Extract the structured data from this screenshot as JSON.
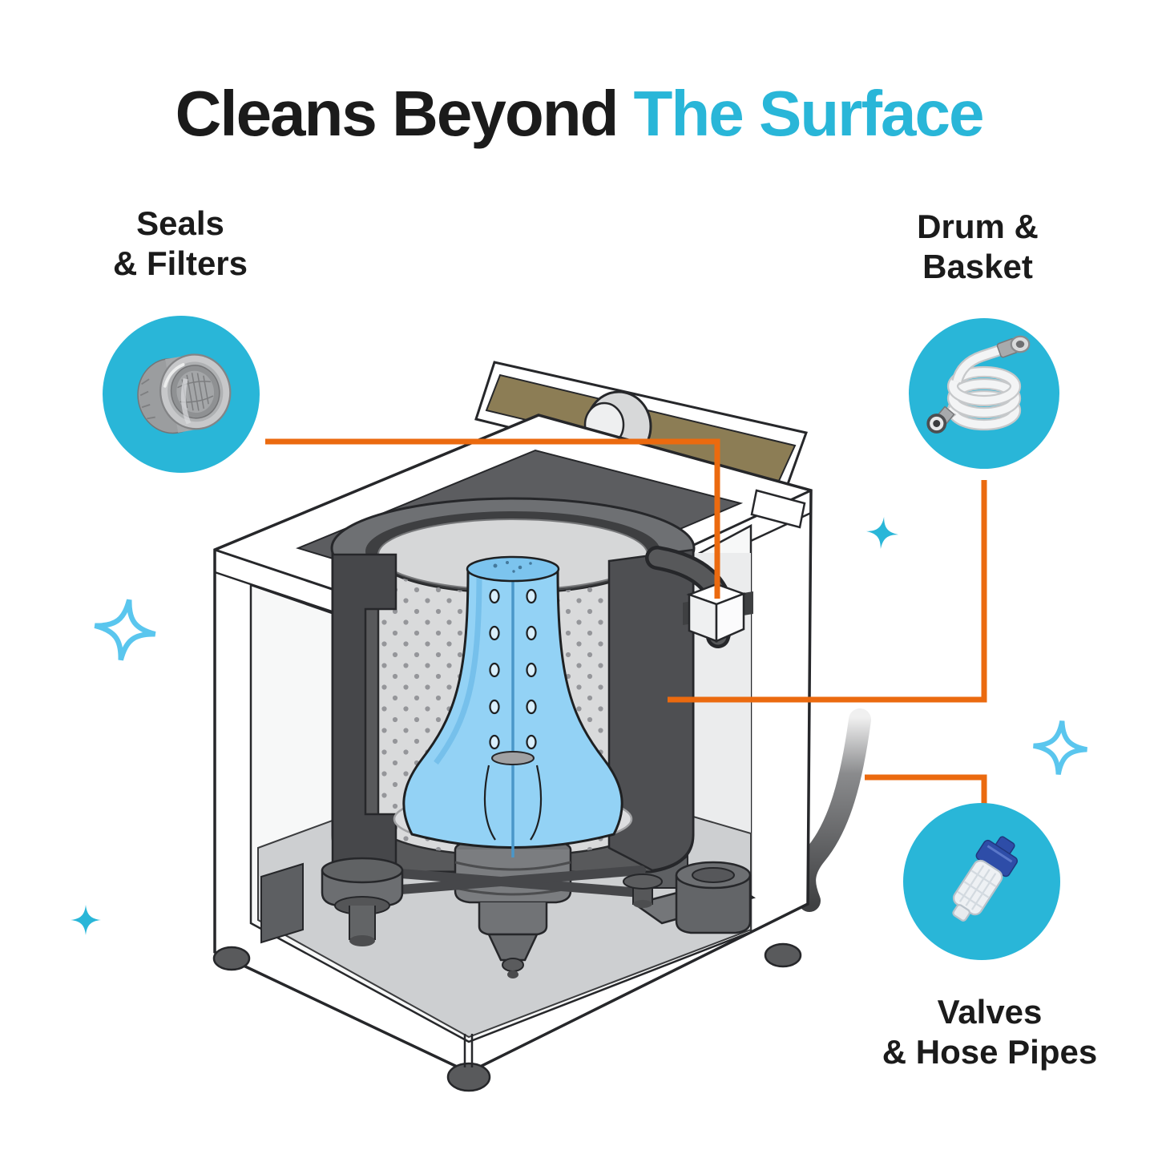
{
  "title": {
    "text_black": "Cleans Beyond",
    "text_accent": "The Surface"
  },
  "callouts": {
    "seals": {
      "line1": "Seals",
      "line2": "& Filters"
    },
    "drum": {
      "line1": "Drum &",
      "line2": "Basket"
    },
    "valves": {
      "line1": "Valves",
      "line2": "& Hose Pipes"
    }
  },
  "colors": {
    "accent": "#29b6d8",
    "accent_light": "#5ac6ee",
    "connector": "#eb6a0f",
    "ink": "#1b1b1b",
    "background": "#ffffff"
  }
}
